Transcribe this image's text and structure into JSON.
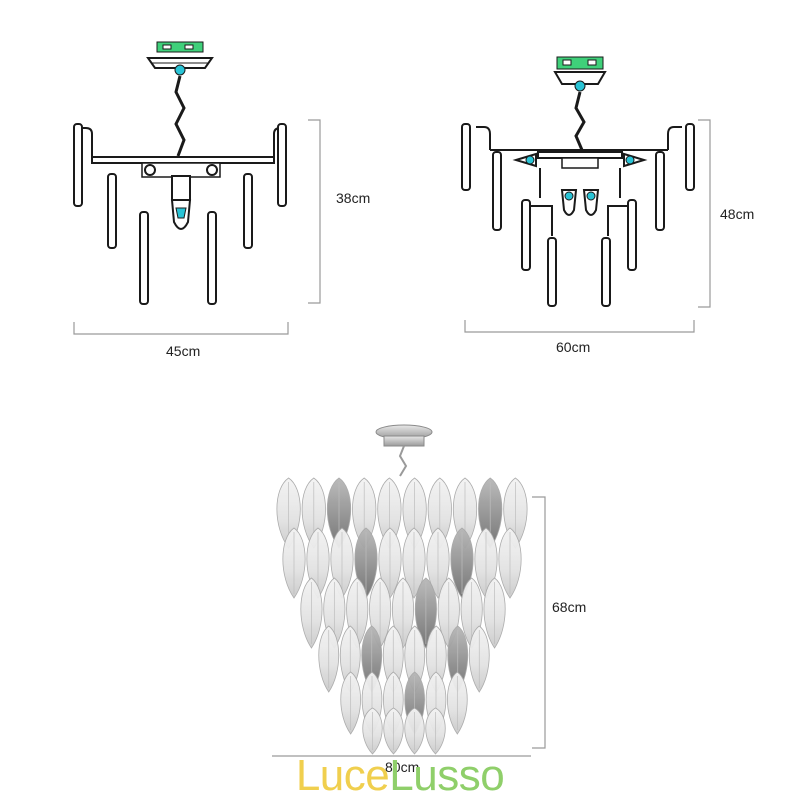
{
  "dimensions": {
    "small": {
      "width": "45cm",
      "height": "38cm"
    },
    "medium": {
      "width": "60cm",
      "height": "48cm"
    },
    "large": {
      "width": "80cm",
      "height": "68cm"
    }
  },
  "brand": {
    "part1": "Luce",
    "part2": "Lusso",
    "color1": "#f0cf4e",
    "color2": "#8fcf6a"
  },
  "colors": {
    "frame": "#1a1a1a",
    "canopy_accent": "#3fd07a",
    "bulb": "#29c4d6",
    "dimension_line": "#9a9a9a"
  }
}
